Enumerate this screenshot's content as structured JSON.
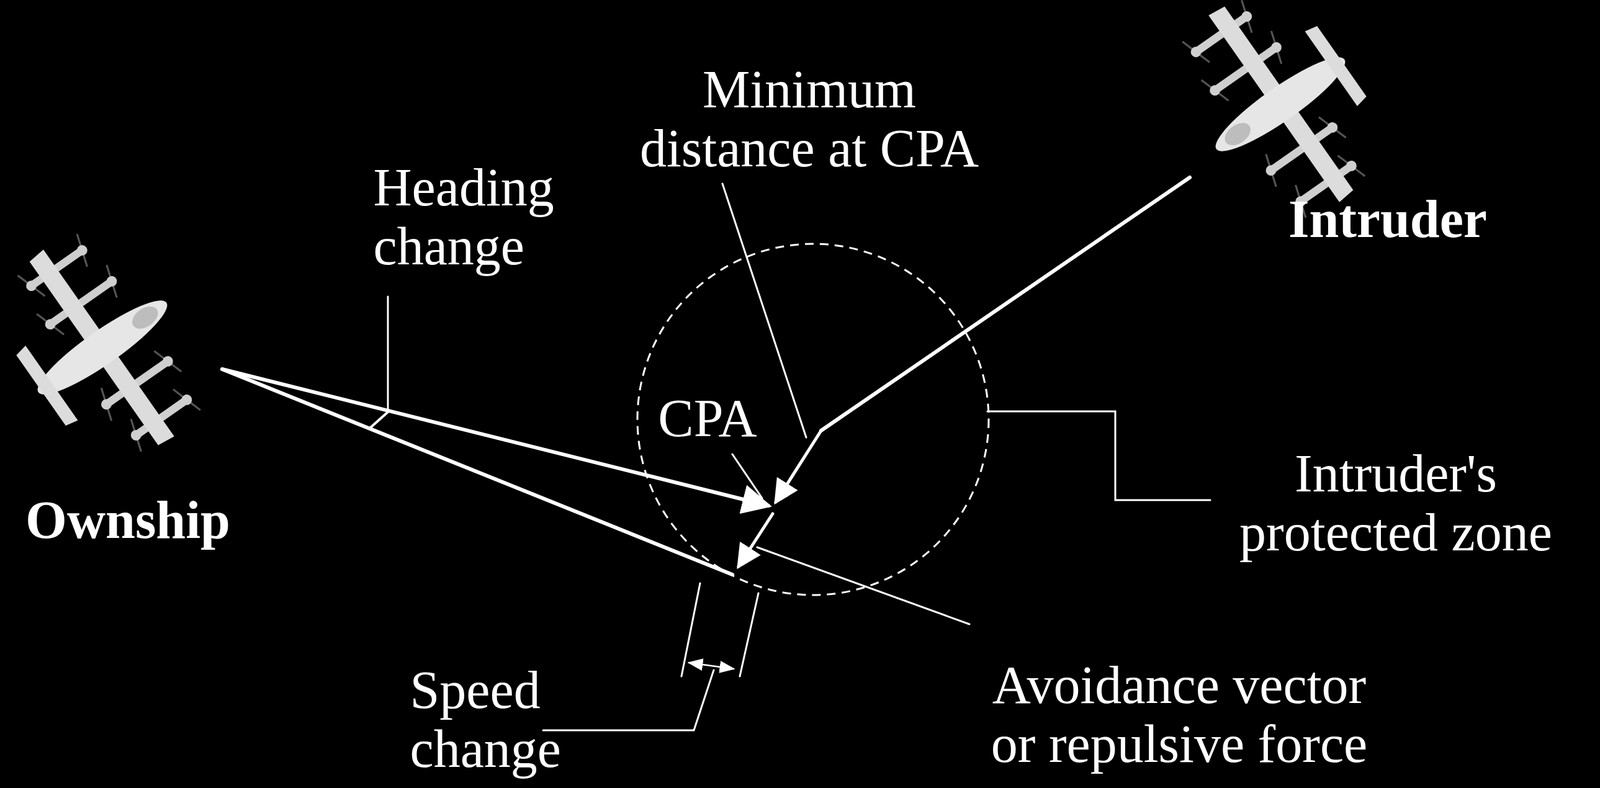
{
  "diagram": {
    "labels": [
      "Minimum distance at CPA",
      "Heading change",
      "CPA",
      "Intruder's protected zone",
      "Speed change",
      "Avoidance vector or repulsive force",
      "Ownship",
      "Intruder"
    ]
  }
}
